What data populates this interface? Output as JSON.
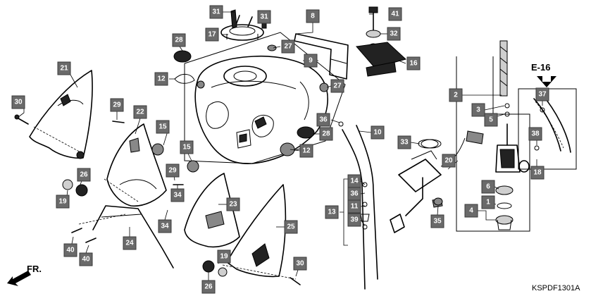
{
  "section_label": "E-16",
  "direction_label": "FR.",
  "diagram_code": "KSPDF1301A",
  "callouts": [
    {
      "n": "31"
    },
    {
      "n": "31"
    },
    {
      "n": "17"
    },
    {
      "n": "8"
    },
    {
      "n": "41"
    },
    {
      "n": "32"
    },
    {
      "n": "28"
    },
    {
      "n": "27"
    },
    {
      "n": "9"
    },
    {
      "n": "16"
    },
    {
      "n": "21"
    },
    {
      "n": "12"
    },
    {
      "n": "27"
    },
    {
      "n": "2"
    },
    {
      "n": "37"
    },
    {
      "n": "30"
    },
    {
      "n": "29"
    },
    {
      "n": "22"
    },
    {
      "n": "15"
    },
    {
      "n": "36"
    },
    {
      "n": "28"
    },
    {
      "n": "10"
    },
    {
      "n": "3"
    },
    {
      "n": "5"
    },
    {
      "n": "38"
    },
    {
      "n": "15"
    },
    {
      "n": "12"
    },
    {
      "n": "33"
    },
    {
      "n": "20"
    },
    {
      "n": "18"
    },
    {
      "n": "26"
    },
    {
      "n": "29"
    },
    {
      "n": "34"
    },
    {
      "n": "14"
    },
    {
      "n": "36"
    },
    {
      "n": "6"
    },
    {
      "n": "19"
    },
    {
      "n": "23"
    },
    {
      "n": "11"
    },
    {
      "n": "1"
    },
    {
      "n": "13"
    },
    {
      "n": "39"
    },
    {
      "n": "4"
    },
    {
      "n": "34"
    },
    {
      "n": "25"
    },
    {
      "n": "35"
    },
    {
      "n": "24"
    },
    {
      "n": "40"
    },
    {
      "n": "19"
    },
    {
      "n": "40"
    },
    {
      "n": "30"
    },
    {
      "n": "26"
    }
  ]
}
